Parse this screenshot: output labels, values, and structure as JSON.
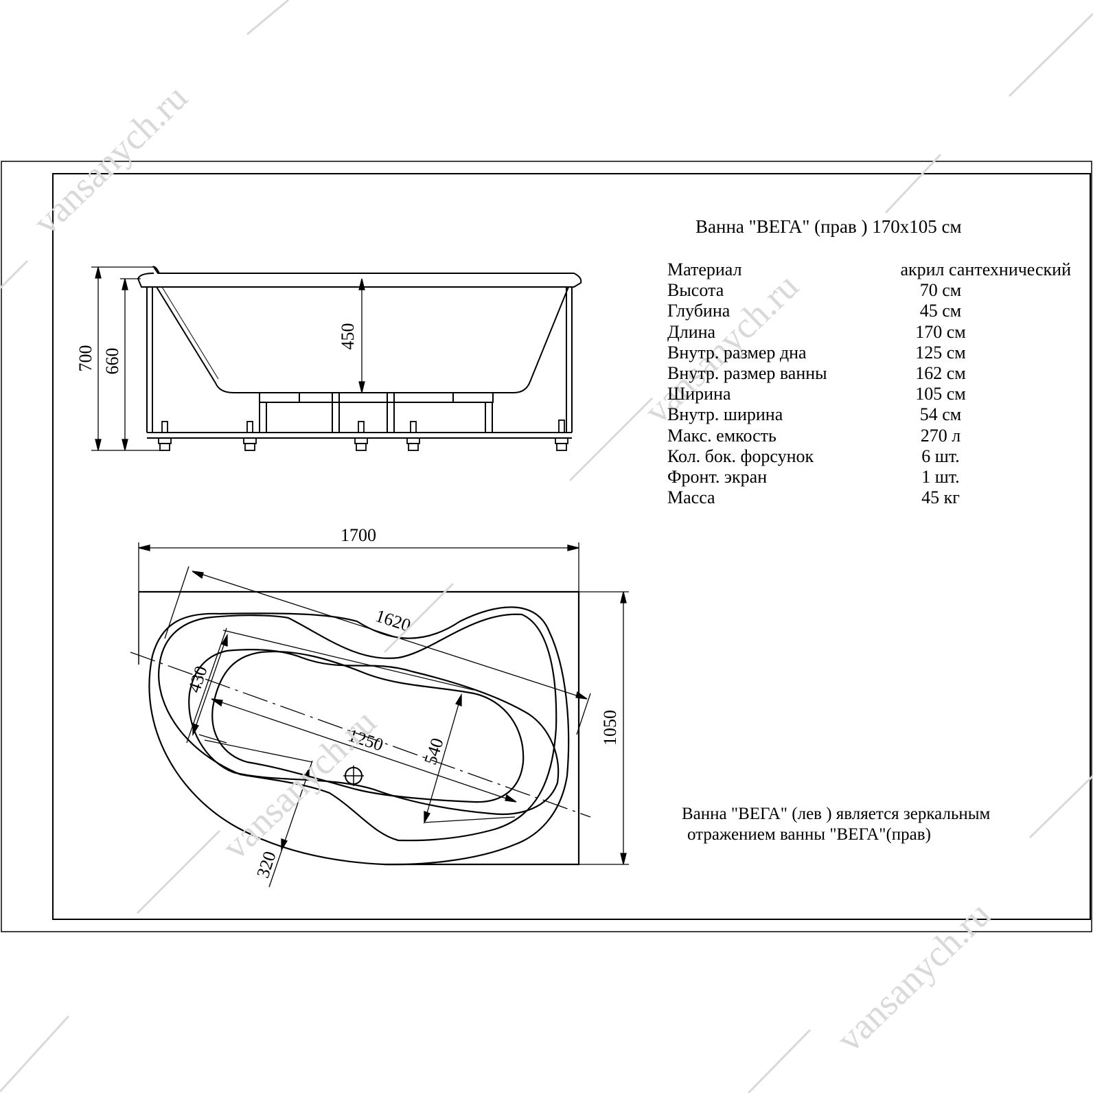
{
  "title": "Ванна \"ВЕГА\"  (прав  ) 170х105 см",
  "specs": [
    {
      "name": "Материал",
      "value": "акрил сантехнический"
    },
    {
      "name": "Высота",
      "value": "70 см"
    },
    {
      "name": "Глубина",
      "value": "45 см"
    },
    {
      "name": "Длина",
      "value": "170 см"
    },
    {
      "name": "Внутр. размер дна",
      "value": "125 см"
    },
    {
      "name": "Внутр. размер ванны",
      "value": "162 см"
    },
    {
      "name": "Ширина",
      "value": "105 см"
    },
    {
      "name": "Внутр. ширина",
      "value": "54 см"
    },
    {
      "name": "Макс. емкость",
      "value": "270 л"
    },
    {
      "name": "Кол. бок. форсунок",
      "value": "6 шт."
    },
    {
      "name": "Фронт. экран",
      "value": "1 шт."
    },
    {
      "name": "Масса",
      "value": "45 кг"
    }
  ],
  "note": {
    "line1": "Ванна \"ВЕГА\"  (лев  )  является зеркальным",
    "line2": "отражением ванны \"ВЕГА\"(прав)"
  },
  "dimensions": {
    "total_height": "700",
    "frame_height": "660",
    "depth": "450",
    "length": "1700",
    "width": "1050",
    "inner_length": "1620",
    "bottom_length": "1250",
    "inner_width": "540",
    "head_width": "430",
    "foot_width": "320"
  },
  "watermark": "vansanych.ru"
}
